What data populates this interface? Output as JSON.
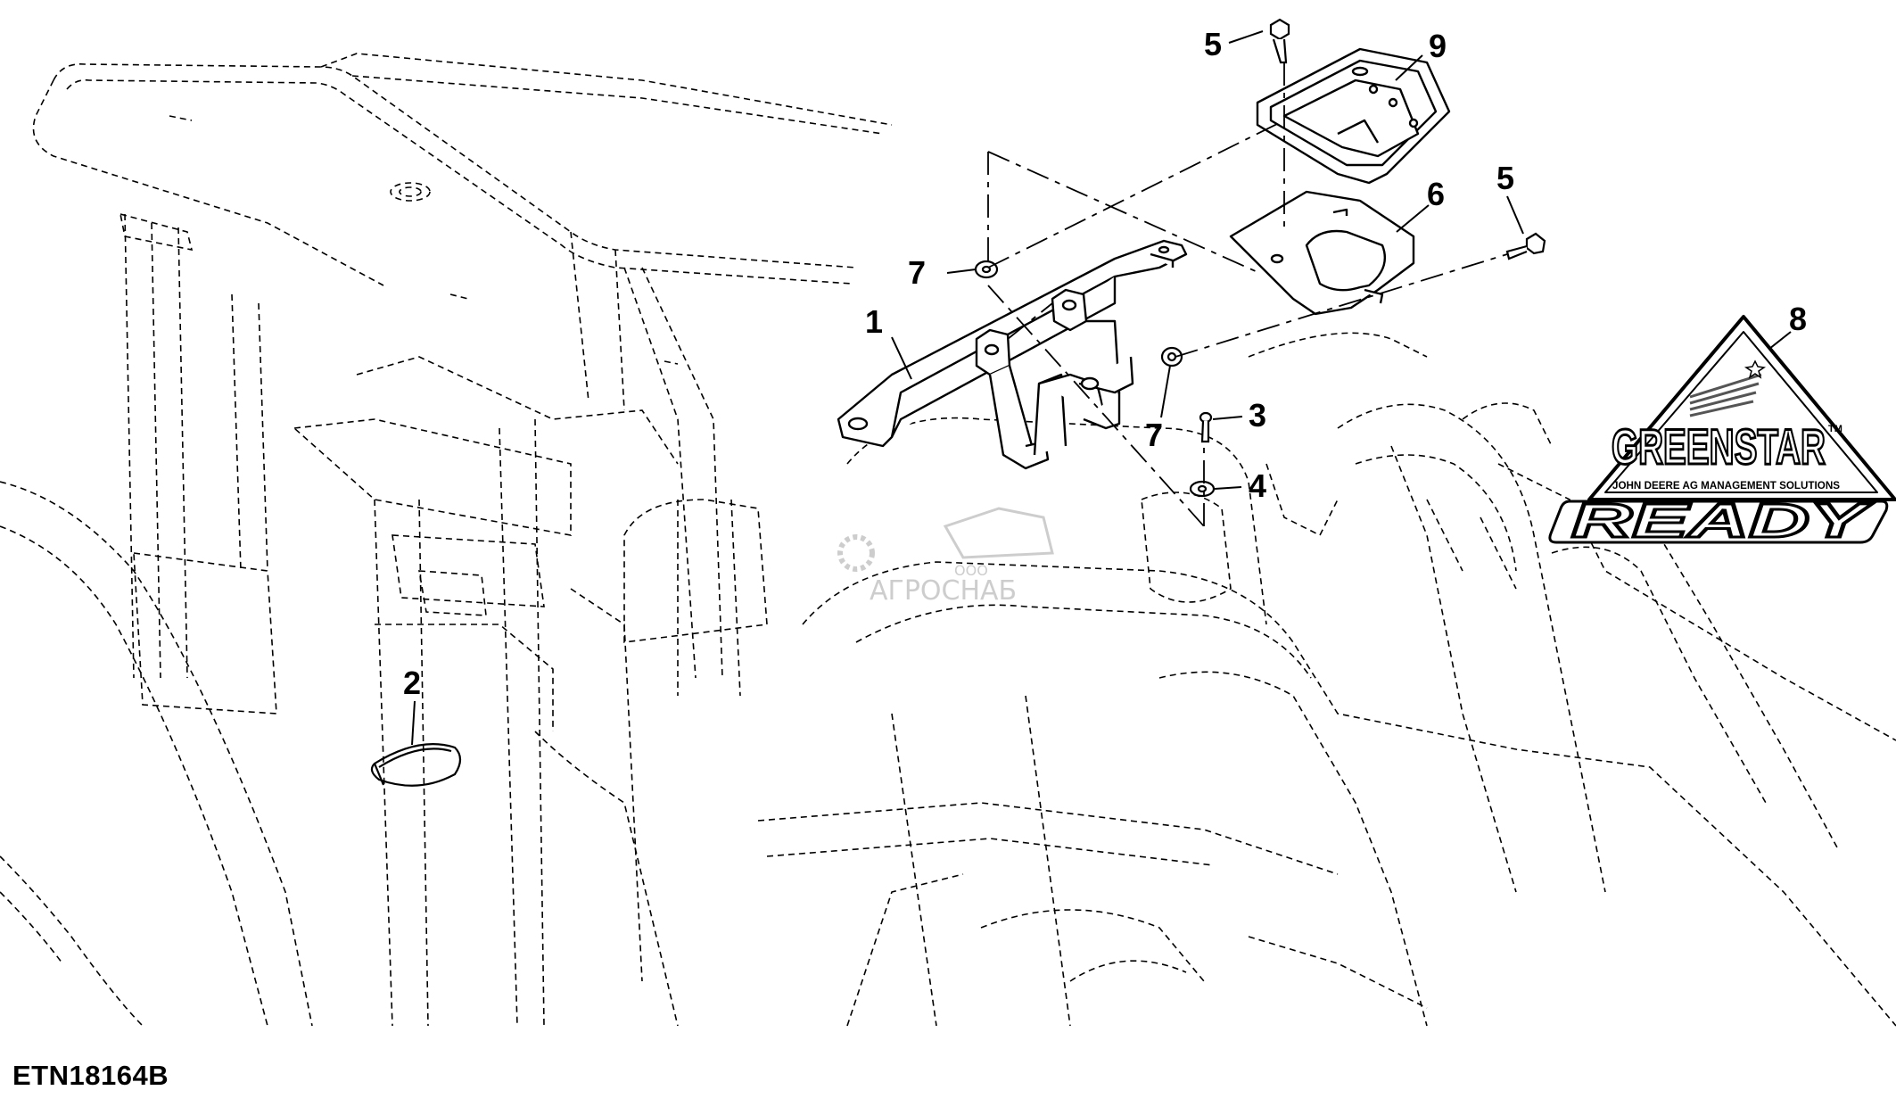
{
  "figure": {
    "id_label": "ETN18164B",
    "callouts": [
      {
        "key": "c1",
        "label": "1"
      },
      {
        "key": "c2",
        "label": "2"
      },
      {
        "key": "c3",
        "label": "3"
      },
      {
        "key": "c4",
        "label": "4"
      },
      {
        "key": "c5a",
        "label": "5"
      },
      {
        "key": "c5b",
        "label": "5"
      },
      {
        "key": "c6",
        "label": "6"
      },
      {
        "key": "c7a",
        "label": "7"
      },
      {
        "key": "c7b",
        "label": "7"
      },
      {
        "key": "c8",
        "label": "8"
      },
      {
        "key": "c9",
        "label": "9"
      }
    ]
  },
  "logo": {
    "brand": "GREENSTAR",
    "tm": "TM",
    "subtitle": "JOHN DEERE AG MANAGEMENT SOLUTIONS",
    "ready": "READY"
  },
  "watermark": {
    "small": "ООО",
    "name": "АГРОСНАБ"
  },
  "colors": {
    "line": "#000000",
    "background": "#ffffff",
    "watermark": "#c8c8c8"
  }
}
